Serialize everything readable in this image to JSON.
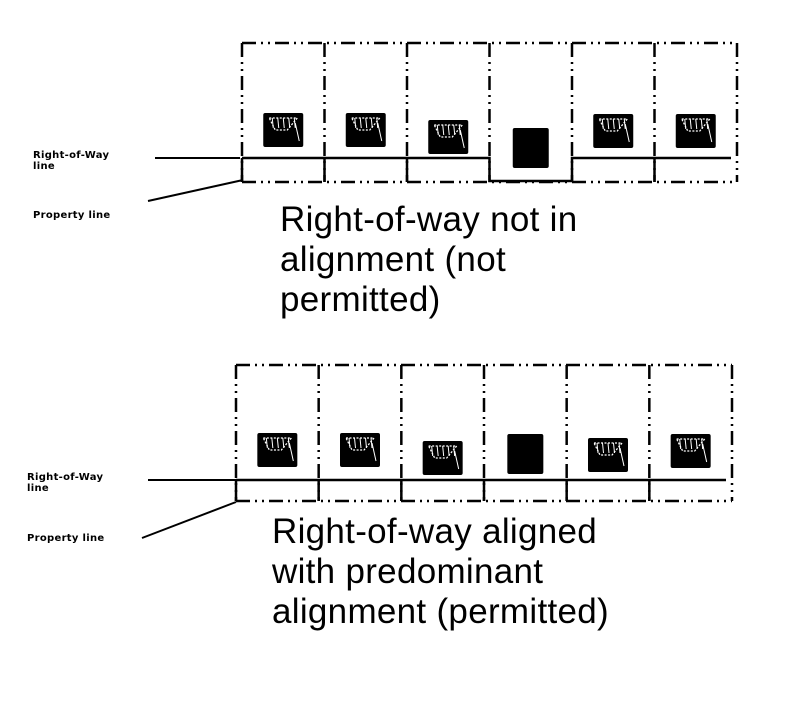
{
  "panels": [
    {
      "id": "not-aligned",
      "row_label_line1": "Right-of-Way",
      "row_label_line2": "line",
      "property_label": "Property line",
      "caption_lines": [
        "Right-of-way not in",
        "alignment (not",
        "permitted)"
      ],
      "lot_count": 6,
      "recessed_lot_index": 3,
      "row_aligned": false
    },
    {
      "id": "aligned",
      "row_label_line1": "Right-of-Way",
      "row_label_line2": "line",
      "property_label": "Property line",
      "caption_lines": [
        "Right-of-way aligned",
        "with predominant",
        "alignment (permitted)"
      ],
      "lot_count": 6,
      "recessed_lot_index": 3,
      "row_aligned": true
    }
  ],
  "colors": {
    "ink": "#000000",
    "background": "#ffffff"
  }
}
